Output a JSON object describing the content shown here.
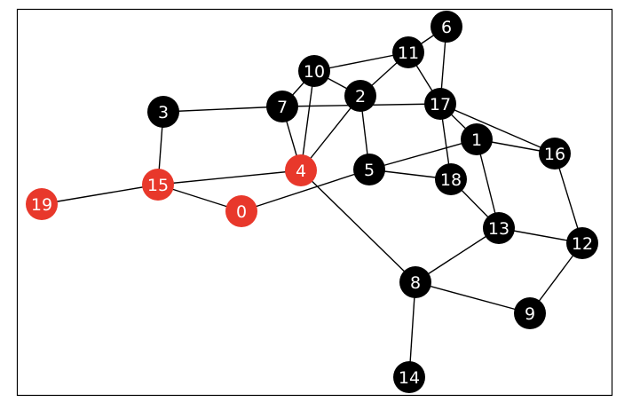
{
  "graph": {
    "highlight_color": "#e8382b",
    "default_color": "#000000",
    "edge_color": "#000000",
    "label_color": "#ffffff",
    "nodes": [
      {
        "id": "0",
        "label": "0",
        "highlighted": true
      },
      {
        "id": "1",
        "label": "1",
        "highlighted": false
      },
      {
        "id": "2",
        "label": "2",
        "highlighted": false
      },
      {
        "id": "3",
        "label": "3",
        "highlighted": false
      },
      {
        "id": "4",
        "label": "4",
        "highlighted": true
      },
      {
        "id": "5",
        "label": "5",
        "highlighted": false
      },
      {
        "id": "6",
        "label": "6",
        "highlighted": false
      },
      {
        "id": "7",
        "label": "7",
        "highlighted": false
      },
      {
        "id": "8",
        "label": "8",
        "highlighted": false
      },
      {
        "id": "9",
        "label": "9",
        "highlighted": false
      },
      {
        "id": "10",
        "label": "10",
        "highlighted": false
      },
      {
        "id": "11",
        "label": "11",
        "highlighted": false
      },
      {
        "id": "12",
        "label": "12",
        "highlighted": false
      },
      {
        "id": "13",
        "label": "13",
        "highlighted": false
      },
      {
        "id": "14",
        "label": "14",
        "highlighted": false
      },
      {
        "id": "15",
        "label": "15",
        "highlighted": true
      },
      {
        "id": "16",
        "label": "16",
        "highlighted": false
      },
      {
        "id": "17",
        "label": "17",
        "highlighted": false
      },
      {
        "id": "18",
        "label": "18",
        "highlighted": false
      },
      {
        "id": "19",
        "label": "19",
        "highlighted": true
      }
    ],
    "edges": [
      [
        "19",
        "15"
      ],
      [
        "15",
        "3"
      ],
      [
        "15",
        "0"
      ],
      [
        "15",
        "4"
      ],
      [
        "0",
        "5"
      ],
      [
        "3",
        "7"
      ],
      [
        "7",
        "17"
      ],
      [
        "7",
        "10"
      ],
      [
        "7",
        "4"
      ],
      [
        "10",
        "4"
      ],
      [
        "10",
        "2"
      ],
      [
        "10",
        "11"
      ],
      [
        "2",
        "4"
      ],
      [
        "2",
        "11"
      ],
      [
        "2",
        "5"
      ],
      [
        "11",
        "17"
      ],
      [
        "11",
        "6"
      ],
      [
        "6",
        "17"
      ],
      [
        "17",
        "18"
      ],
      [
        "17",
        "1"
      ],
      [
        "17",
        "16"
      ],
      [
        "1",
        "5"
      ],
      [
        "1",
        "16"
      ],
      [
        "1",
        "13"
      ],
      [
        "5",
        "18"
      ],
      [
        "18",
        "13"
      ],
      [
        "4",
        "8"
      ],
      [
        "8",
        "13"
      ],
      [
        "8",
        "9"
      ],
      [
        "8",
        "14"
      ],
      [
        "13",
        "12"
      ],
      [
        "16",
        "12"
      ],
      [
        "12",
        "9"
      ]
    ]
  }
}
